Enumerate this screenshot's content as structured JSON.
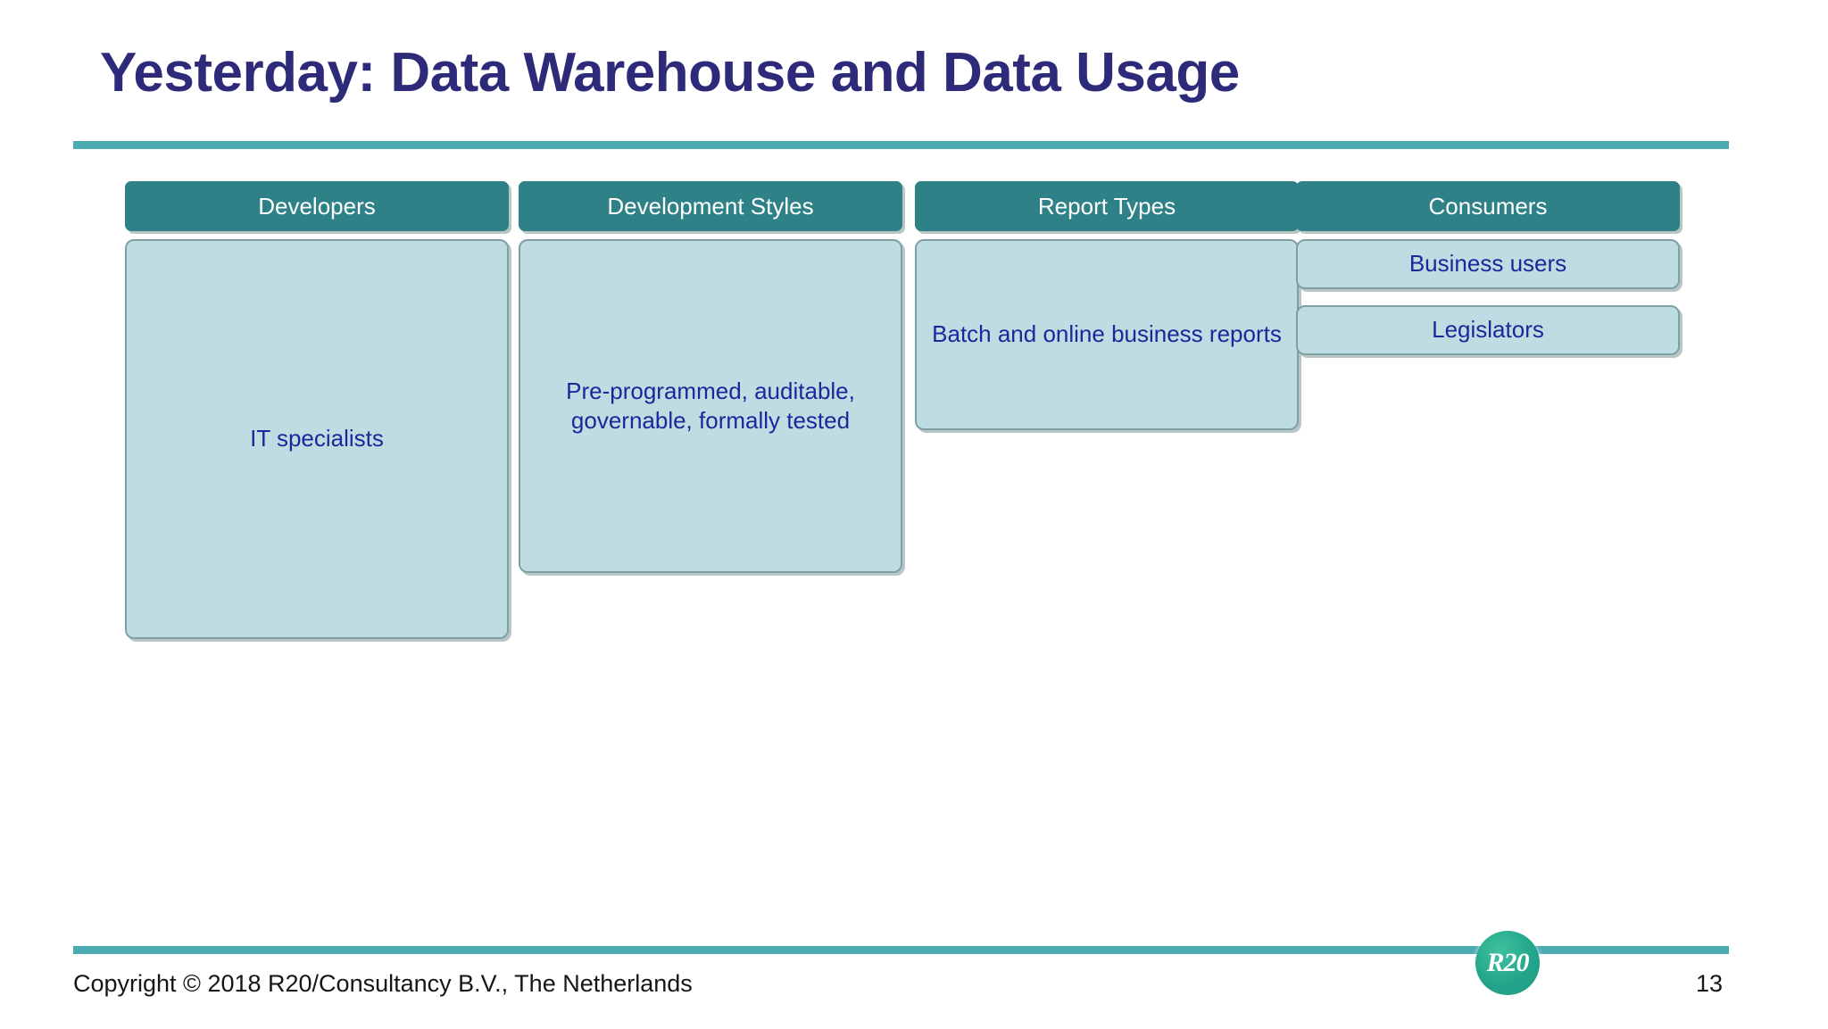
{
  "slide": {
    "title": "Yesterday: Data Warehouse and Data Usage",
    "page_number": "13",
    "copyright": "Copyright © 2018 R20/Consultancy B.V., The Netherlands",
    "logo_text": "R20"
  },
  "colors": {
    "title": "#2e2a7a",
    "rule": "#4aabb3",
    "header_box": "#2e8287",
    "body_box": "#bedde2",
    "body_box_border": "#7ea0a3",
    "body_text": "#20259b",
    "logo": "#23a58a"
  },
  "matrix": {
    "columns": [
      {
        "header": "Developers",
        "items": [
          "IT specialists"
        ]
      },
      {
        "header": "Development Styles",
        "items": [
          "Pre-programmed, auditable, governable, formally tested"
        ]
      },
      {
        "header": "Report Types",
        "items": [
          "Batch and online business reports"
        ]
      },
      {
        "header": "Consumers",
        "items": [
          "Business users",
          "Legislators"
        ]
      }
    ]
  }
}
